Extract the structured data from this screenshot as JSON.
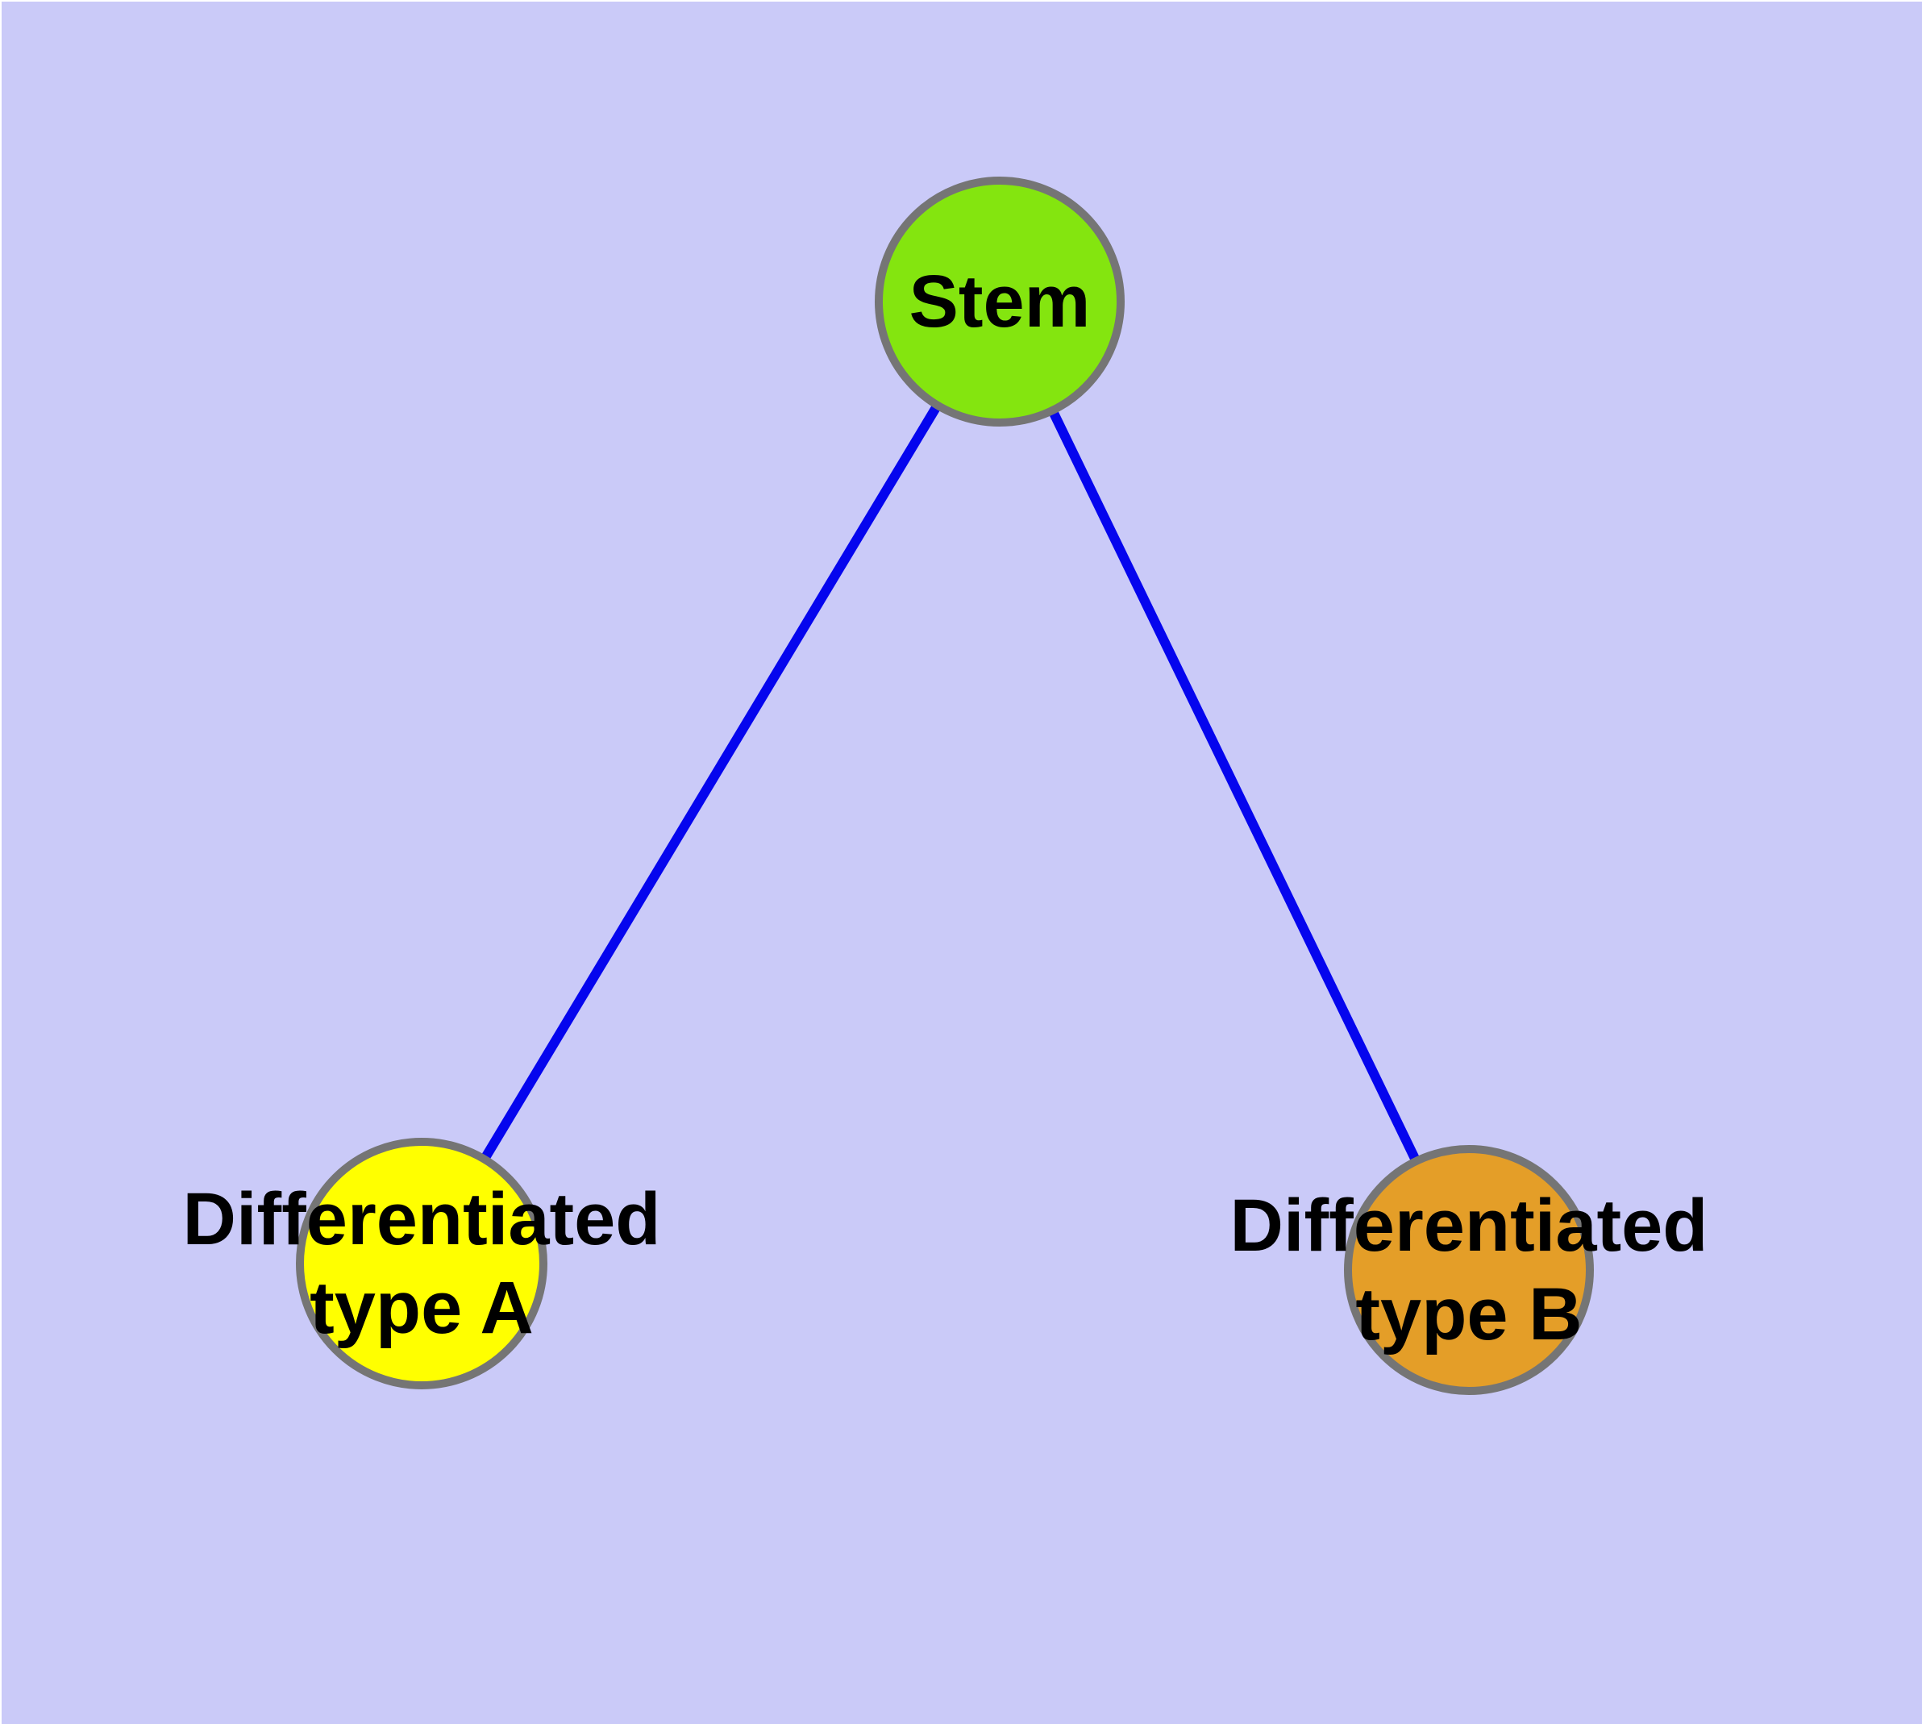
{
  "diagram": {
    "background": "#CACAF8",
    "edge_color": "#0505EE",
    "node_border_color": "#757575",
    "text_color": "#000000",
    "nodes": [
      {
        "name": "stem",
        "label": "Stem",
        "fill": "#84E50F"
      },
      {
        "name": "differentiated-type-a",
        "label_line1": "Differentiated",
        "label_line2": "type A",
        "fill": "#FFFF00"
      },
      {
        "name": "differentiated-type-b",
        "label_line1": "Differentiated",
        "label_line2": "type B",
        "fill": "#E49E28"
      }
    ],
    "edges": [
      {
        "from": "Stem",
        "to": "Differentiated type A"
      },
      {
        "from": "Stem",
        "to": "Differentiated type B"
      }
    ]
  }
}
